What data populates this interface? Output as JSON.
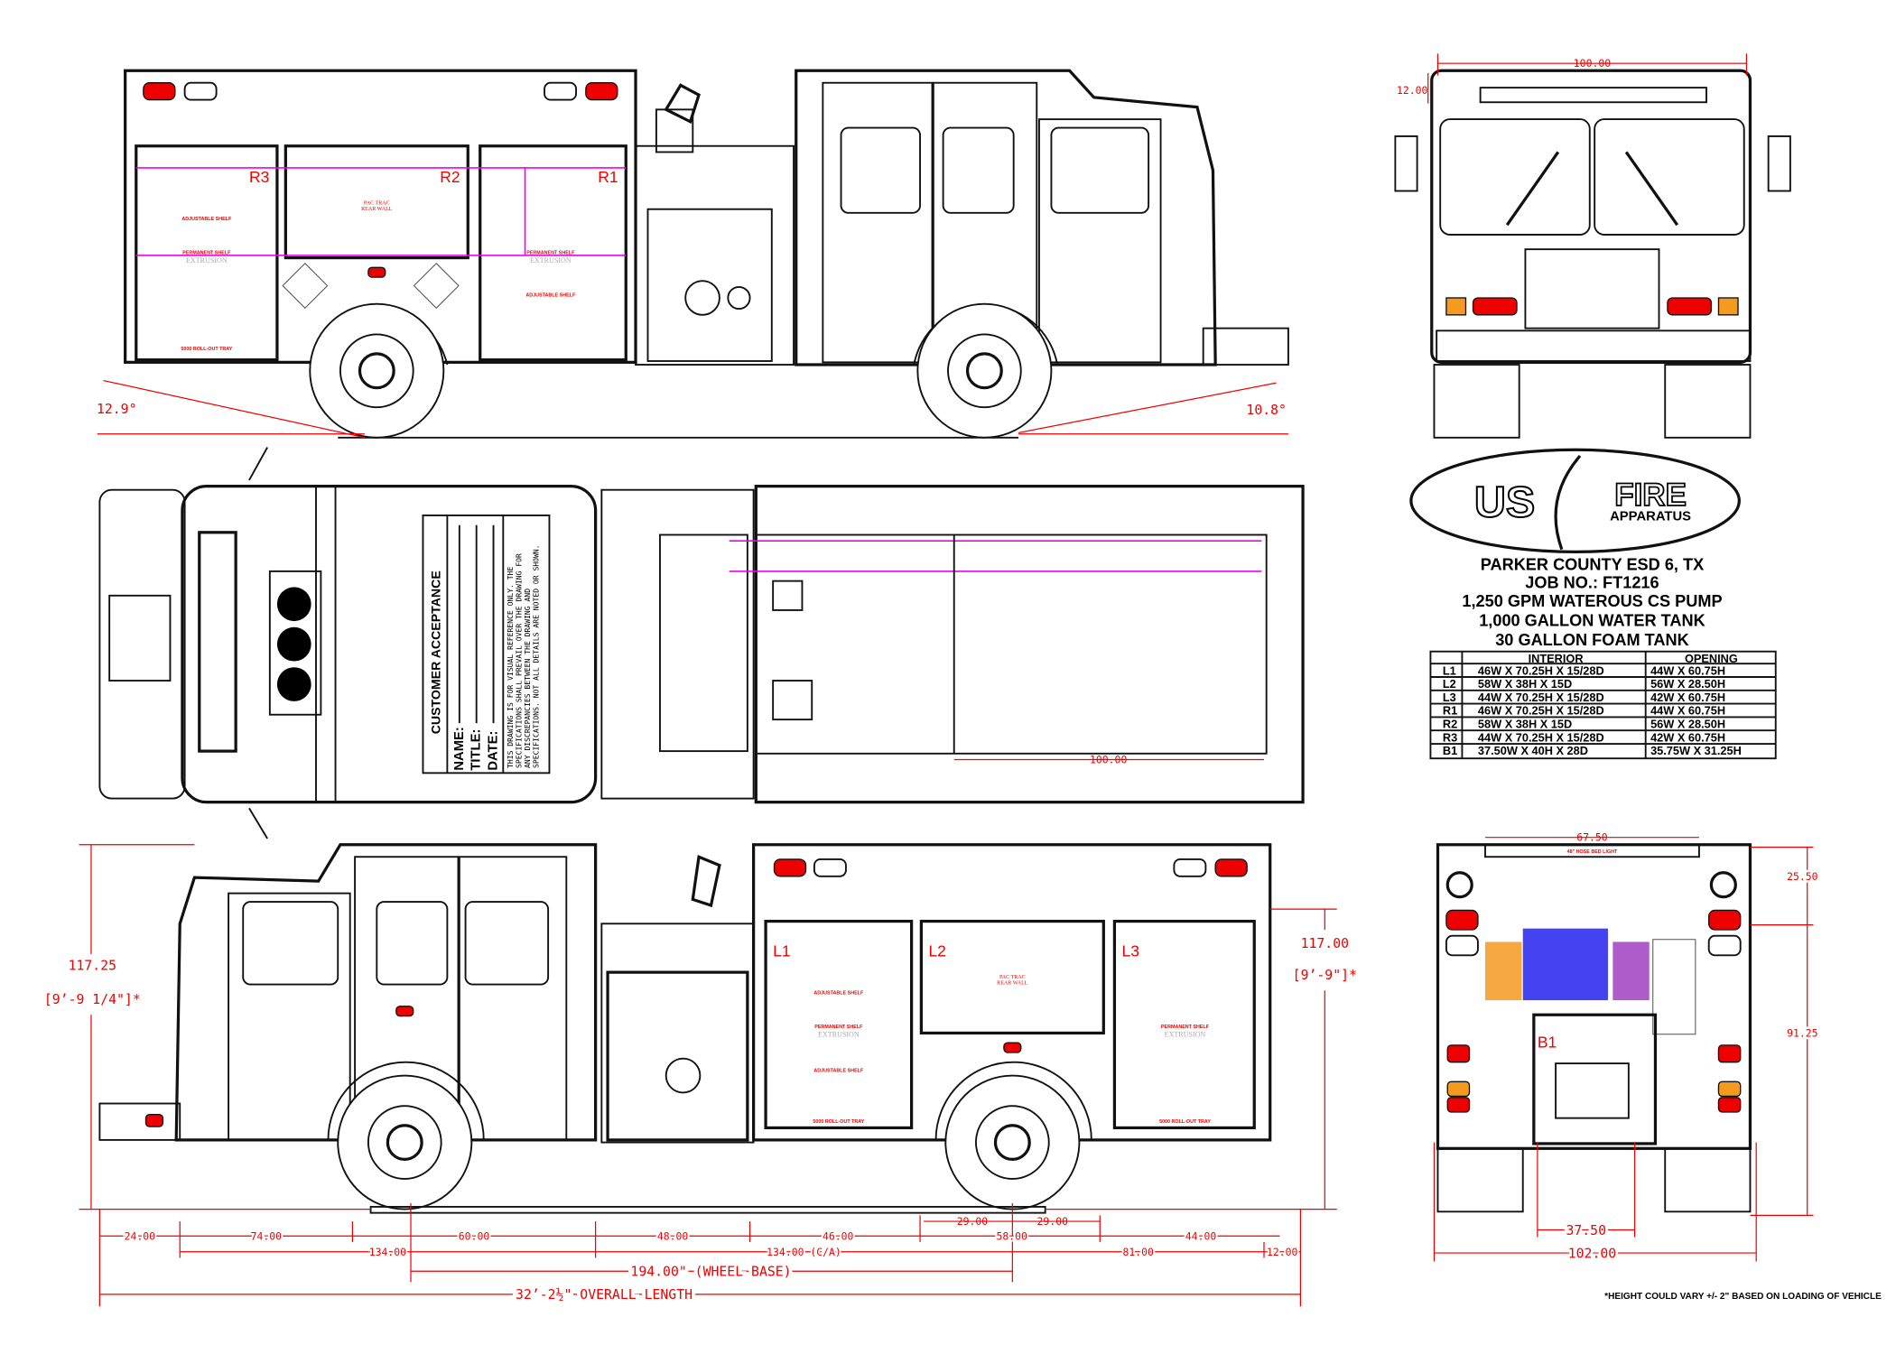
{
  "title_block": {
    "lines": [
      "PARKER COUNTY ESD 6, TX",
      "JOB NO.: FT1216",
      "1,250 GPM WATEROUS CS PUMP",
      "1,000 GALLON WATER TANK",
      "30 GALLON FOAM TANK"
    ],
    "logo_text_1": "US",
    "logo_text_2": "FIRE",
    "logo_text_3": "APPARATUS"
  },
  "compartment_table": {
    "headers": [
      "",
      "INTERIOR",
      "OPENING"
    ],
    "rows": [
      [
        "L1",
        "46W X 70.25H X 15/28D",
        "44W X 60.75H"
      ],
      [
        "L2",
        "58W X 38H X 15D",
        "56W X 28.50H"
      ],
      [
        "L3",
        "44W X 70.25H X 15/28D",
        "42W X 60.75H"
      ],
      [
        "R1",
        "46W X 70.25H X 15/28D",
        "44W X 60.75H"
      ],
      [
        "R2",
        "58W X 38H X 15D",
        "56W X 28.50H"
      ],
      [
        "R3",
        "44W X 70.25H X 15/28D",
        "42W X 60.75H"
      ],
      [
        "B1",
        "37.50W X 40H X 28D",
        "35.75W X 31.25H"
      ]
    ]
  },
  "customer_acceptance": {
    "heading": "CUSTOMER ACCEPTANCE",
    "fields": [
      "NAME:",
      "TITLE:",
      "DATE:"
    ],
    "disclaimer": [
      "THIS DRAWING IS FOR VISUAL REFERENCE ONLY. THE",
      "SPECIFICATIONS SHALL PREVAIL OVER THE DRAWING FOR",
      "ANY DISCREPANCIES BETWEEN THE DRAWING AND",
      "SPECIFICATIONS. NOT ALL DETAILS ARE NOTED OR SHOWN."
    ]
  },
  "right_side_view": {
    "compartments": [
      "R3",
      "R2",
      "R1"
    ],
    "shelf_labels": {
      "adjustable": "ADJUSTABLE SHELF",
      "permanent": "PERMANENT SHELF",
      "extrusion": "EXTRUSION",
      "tray": "5000 ROLL-OUT TRAY",
      "pac_trac": "PAC TRAC",
      "rear_wall": "REAR WALL"
    },
    "approach_angle": "10.8°",
    "departure_angle": "12.9°"
  },
  "front_view": {
    "width_dim": "100.00",
    "light_dim": "12.00"
  },
  "plan_view": {
    "dim": "100.00"
  },
  "left_side_view": {
    "compartments": [
      "L1",
      "L2",
      "L3"
    ],
    "height_front": "117.25",
    "height_front_ft": "[9’-9 1/4\"]*",
    "height_rear": "117.00",
    "height_rear_ft": "[9’-9\"]*",
    "dims_row1": [
      "24.00",
      "74.00",
      "60.00",
      "48.00",
      "46.00",
      "58.00",
      "44.00"
    ],
    "dims_axle": [
      "29.00",
      "29.00"
    ],
    "dims_row2": [
      "134.00",
      "134.00 (C/A)",
      "81.00",
      "12.00"
    ],
    "wheel_base": "194.00\" (WHEEL BASE)",
    "overall_length": "32’-2½\" OVERALL LENGTH"
  },
  "rear_view": {
    "compartment": "B1",
    "hose_bed_light": "48\" HOSE BED LIGHT",
    "dim_top": "67.50",
    "dim_upper_height": "25.50",
    "dim_lower_height": "91.25",
    "dim_b1_width": "37.50",
    "dim_overall_width": "102.00"
  },
  "footnote": "*HEIGHT COULD VARY +/- 2\" BASED ON LOADING OF VEHICLE",
  "colors": {
    "dimension": "#ee0000",
    "shelf_line": "#ee00ee",
    "hose_blue": "#2222ee",
    "hose_orange": "#f39a1f",
    "hose_purple": "#a040c0"
  }
}
